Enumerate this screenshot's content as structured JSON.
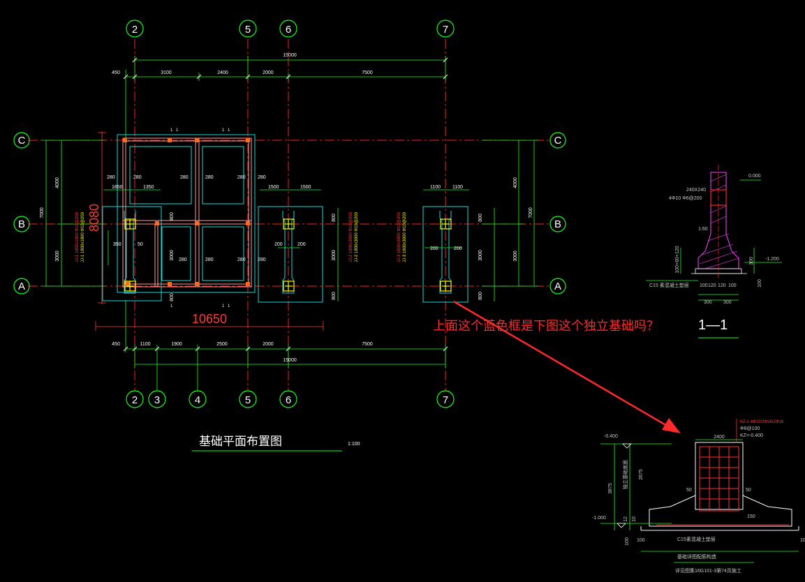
{
  "axes_top": [
    "2",
    "5",
    "6",
    "7"
  ],
  "axes_bottom": [
    "2",
    "3",
    "4",
    "5",
    "6",
    "7"
  ],
  "axes_side": [
    "C",
    "B",
    "A"
  ],
  "top_dims": {
    "total": "15000",
    "segments": [
      "450",
      "3100",
      "2400",
      "2000",
      "7500"
    ]
  },
  "bottom_dims": {
    "total": "15000",
    "segments": [
      "450",
      "1100",
      "1900",
      "2500",
      "2000",
      "7500"
    ]
  },
  "side_dims": {
    "total": "7000",
    "upper": "4000",
    "lower": "3000"
  },
  "plan_labels": {
    "width_red": "10650",
    "height_red": "8080",
    "d280": "280",
    "d1650": "1650",
    "d1350": "1350",
    "d1500": "1500",
    "d1100": "1100",
    "d350": "350",
    "d50": "50",
    "d200": "200",
    "d800": "800",
    "d3000": "3000",
    "d1": "1"
  },
  "plan_title": "基础平面布置图",
  "plan_scale": "1:100",
  "annotation": "上面这个蓝色框是下图这个独立基础吗？",
  "section_1": {
    "label": "1—1",
    "elev_top": "0.000",
    "elev_bottom": "-1.200",
    "beam": "240X240",
    "bars": "4Φ10  Φ6@200",
    "layer": "C15 素混凝土垫层",
    "bottom_dims": [
      "100",
      "120",
      "120",
      "100"
    ],
    "halves": [
      "300",
      "300"
    ],
    "h100": "100",
    "h300": "300",
    "slope": "1:60",
    "stack": "100+60+120"
  },
  "detail": {
    "title": "基础详图配筋构造",
    "ref": "详见图集16G101-3第74页施工",
    "elev_top": "-0.400",
    "elev_mid": "-1.000",
    "width": "2400",
    "h3875": "3875",
    "h2675": "2675",
    "d50a": "50",
    "d50b": "50",
    "d100": "100",
    "d150": "150",
    "layer": "C15素混凝土垫层",
    "bars_red": "KZ-1 4Φ20/3Φ16/2Φ16",
    "bars_2": "Φ8@100",
    "bars_3": "KZ=-0.400",
    "vert": "独立基础底面",
    "h12": "12",
    "h10": "10"
  },
  "notes": {
    "n1": "JJ-1 1800x1800 Φ10@200",
    "n2": "JJ-2 1800x3000 Φ10@200",
    "n3": "JJ-3 1600x3000 Φ10@200"
  },
  "colors": {
    "axis_line": "#ff2020",
    "axis_circle": "#1aff1a",
    "dim_line": "#1aff1a",
    "found_outline": "#1ad7d7",
    "beam": "#ffb0b0",
    "column": "#ffff00",
    "annotation": "#ff2a2a",
    "hatch": "#ff40ff"
  }
}
